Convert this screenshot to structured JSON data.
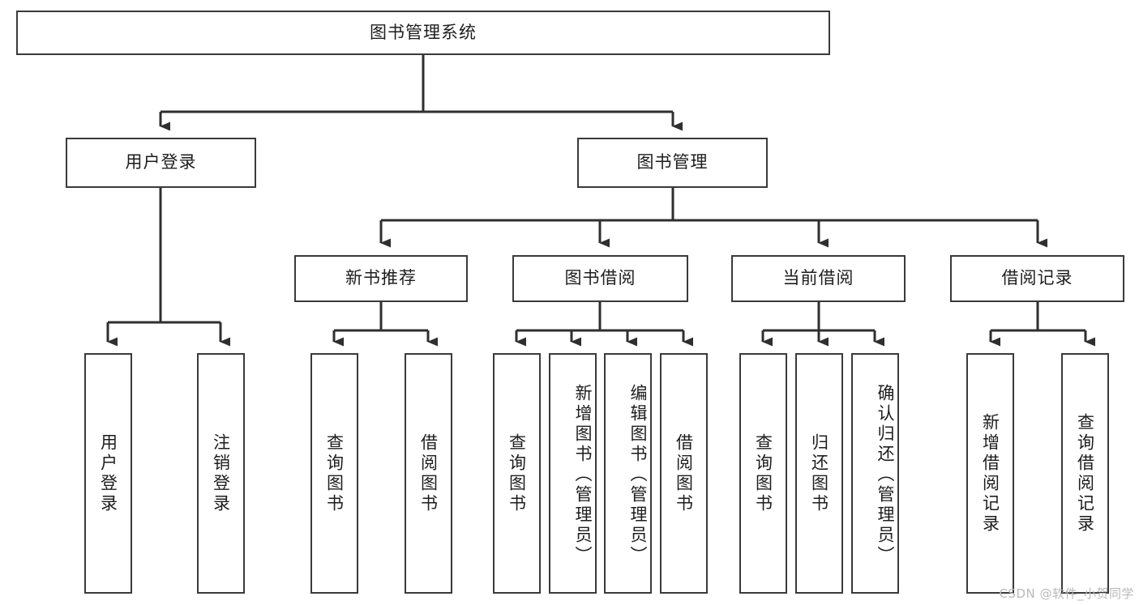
{
  "diagram": {
    "type": "hierarchy-tree",
    "title": "图书管理系统",
    "root": {
      "label": "图书管理系统"
    },
    "level2": [
      {
        "label": "用户登录"
      },
      {
        "label": "图书管理"
      }
    ],
    "level3": [
      {
        "label": "新书推荐"
      },
      {
        "label": "图书借阅"
      },
      {
        "label": "当前借阅"
      },
      {
        "label": "借阅记录"
      }
    ],
    "leaves": {
      "user_login": [
        {
          "label": "用户登录"
        },
        {
          "label": "注销登录"
        }
      ],
      "new_book_recommend": [
        {
          "label": "查询图书"
        },
        {
          "label": "借阅图书"
        }
      ],
      "book_borrow": [
        {
          "label": "查询图书"
        },
        {
          "label": "新增图书（管理员）"
        },
        {
          "label": "编辑图书（管理员）"
        },
        {
          "label": "借阅图书"
        }
      ],
      "current_borrow": [
        {
          "label": "查询图书"
        },
        {
          "label": "归还图书"
        },
        {
          "label": "确认归还（管理员）"
        }
      ],
      "borrow_record": [
        {
          "label": "新增借阅记录"
        },
        {
          "label": "查询借阅记录"
        }
      ]
    }
  },
  "watermark": {
    "text": "CSDN @软件_小贺同学"
  },
  "colors": {
    "stroke": "#3a3a3a",
    "fill": "#ffffff",
    "text": "#1d1d1d",
    "watermark": "#b9b9b9"
  }
}
